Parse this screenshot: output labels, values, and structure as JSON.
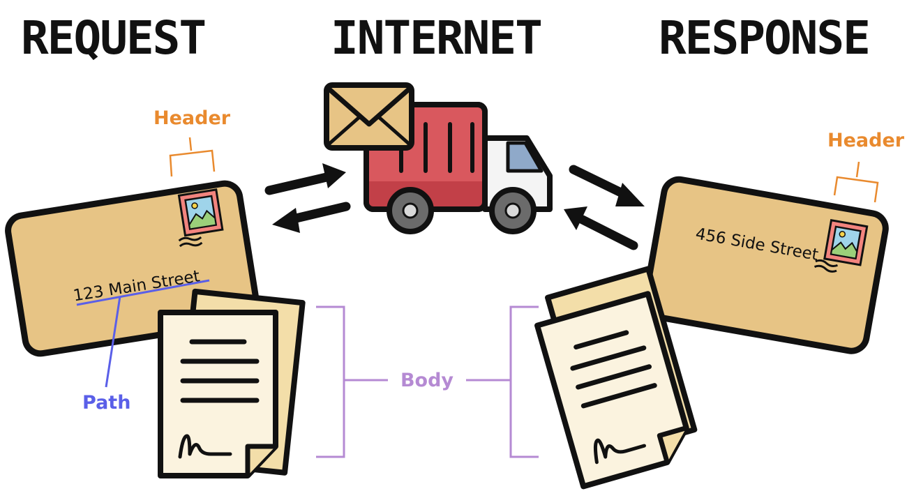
{
  "titles": {
    "request": "REQUEST",
    "internet": "INTERNET",
    "response": "RESPONSE"
  },
  "request": {
    "header_label": "Header",
    "address": "123 Main Street",
    "path_label": "Path"
  },
  "response": {
    "header_label": "Header",
    "address": "456 Side Street"
  },
  "body_label": "Body",
  "icons": {
    "mail": "envelope-icon",
    "truck": "delivery-truck-icon",
    "stamp": "postage-stamp-icon",
    "document": "document-icon"
  },
  "colors": {
    "envelope": "#e7c485",
    "header": "#e98a2e",
    "path": "#5a5fe8",
    "body": "#b58ad3",
    "truck_red": "#d9585e",
    "paper": "#fbf3df"
  }
}
